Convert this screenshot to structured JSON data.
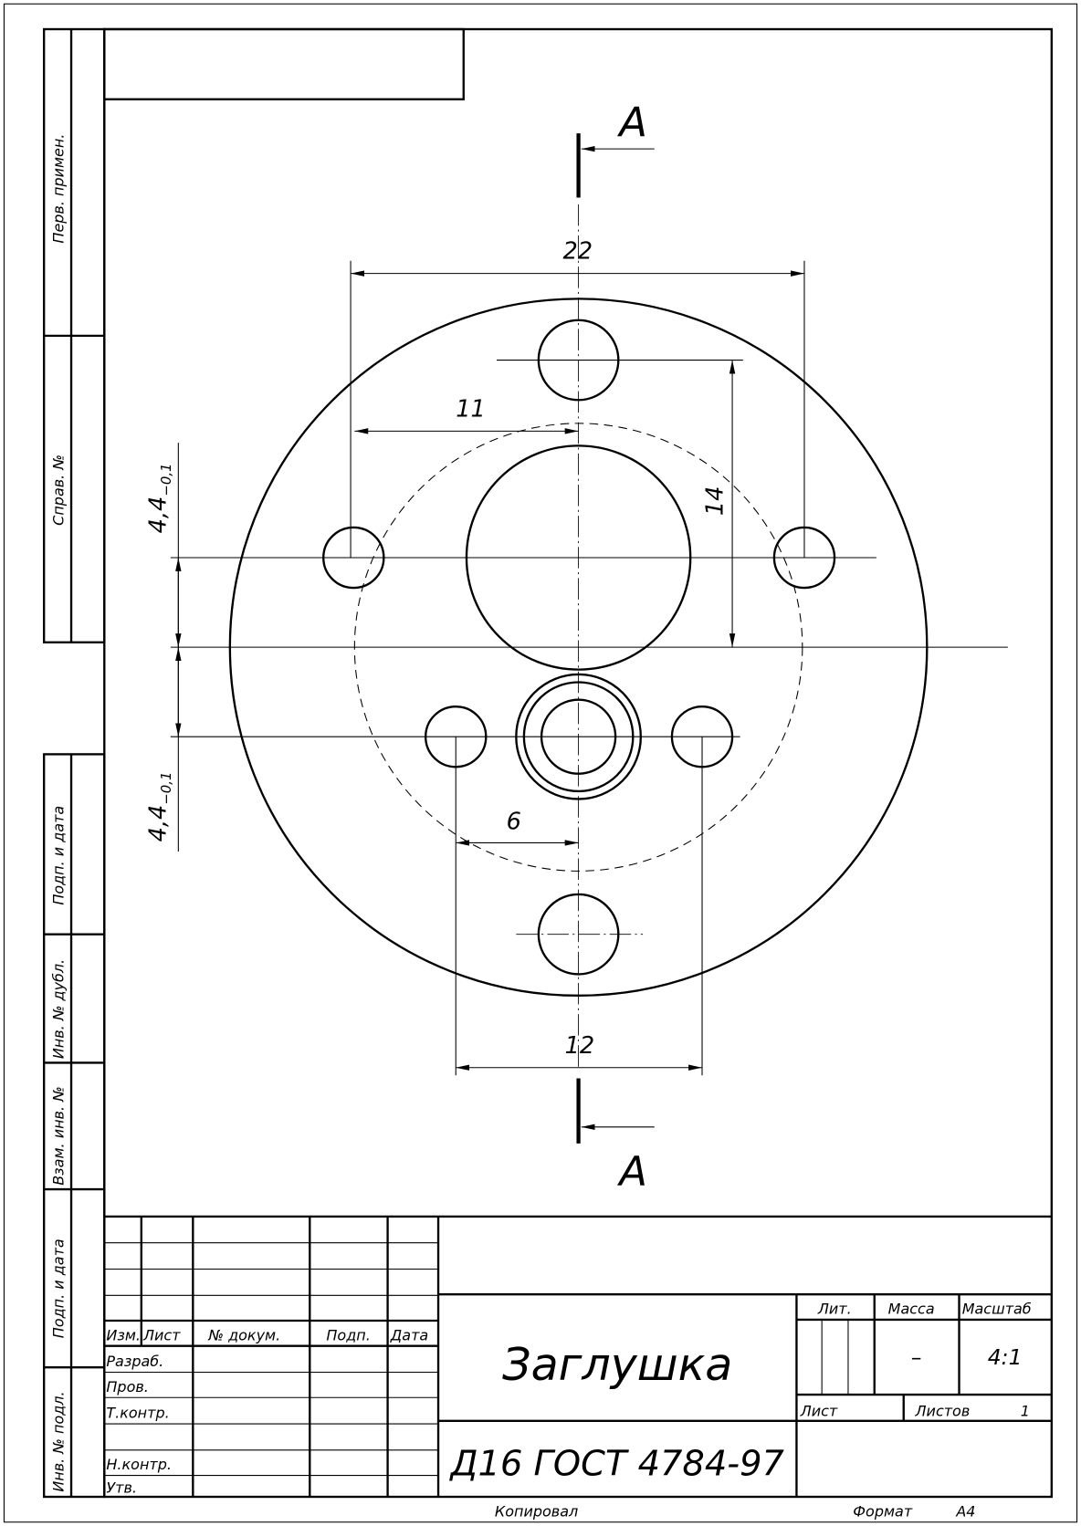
{
  "side_labels": [
    "Перв. примен.",
    "Справ. №",
    "Подп. и дата",
    "Инв. № дубл.",
    "Взам. инв. №",
    "Подп. и дата",
    "Инв. № подл."
  ],
  "section": {
    "top": "A",
    "bottom": "A"
  },
  "dimensions": {
    "d22": "22",
    "d11": "11",
    "d14": "14",
    "d6": "6",
    "d12": "12",
    "tol_upper": {
      "value": "4,4",
      "tolerance": "−0,1"
    },
    "tol_lower": {
      "value": "4,4",
      "tolerance": "−0,1"
    }
  },
  "title_block": {
    "headers": {
      "izm": "Изм.",
      "list": "Лист",
      "doc": "№ докум.",
      "sign": "Подп.",
      "date": "Дата"
    },
    "roles": {
      "razrab": "Разраб.",
      "prov": "Пров.",
      "tkontr": "Т.контр.",
      "nkontr": "Н.контр.",
      "utv": "Утв."
    },
    "name": "Заглушка",
    "material": "Д16 ГОСТ 4784-97",
    "lit_label": "Лит.",
    "mass_label": "Масса",
    "scale_label": "Масштаб",
    "mass": "–",
    "scale": "4:1",
    "sheet_label": "Лист",
    "sheets_label": "Листов",
    "sheets": "1",
    "copied": "Копировал",
    "format_label": "Формат",
    "format": "A4"
  }
}
